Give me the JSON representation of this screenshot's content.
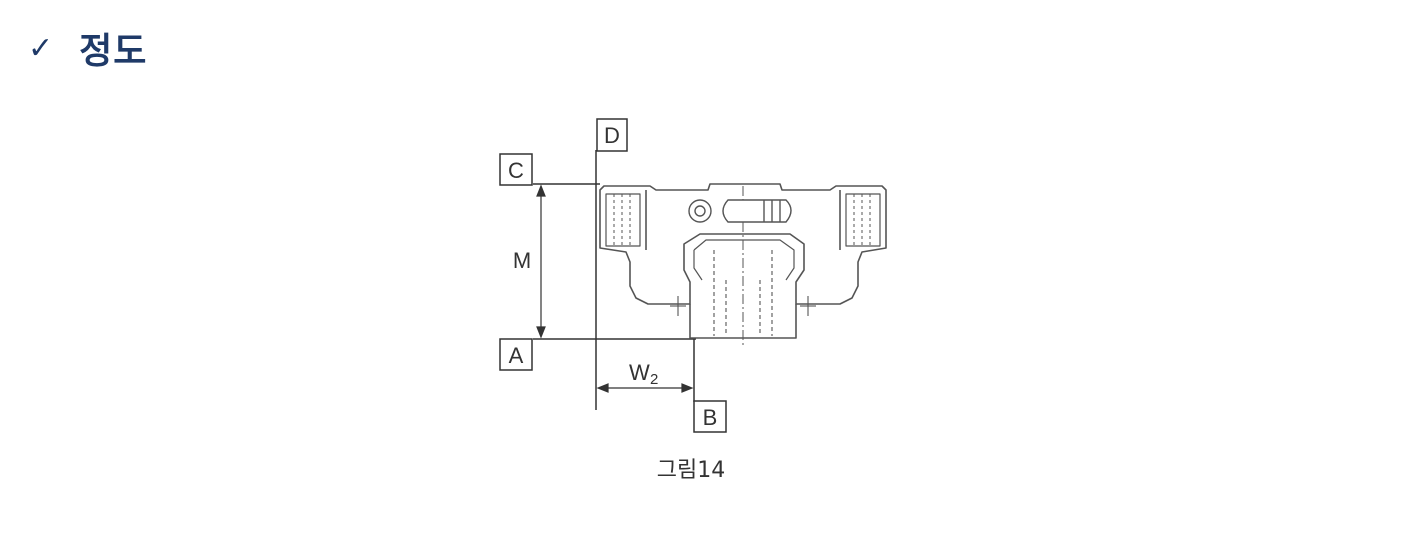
{
  "heading": {
    "check_icon": "check-icon",
    "check_glyph": "✓",
    "title": "정도"
  },
  "figure": {
    "labels": {
      "d": "D",
      "c": "C",
      "a": "A",
      "b": "B",
      "m": "M",
      "w2": "W",
      "w2_sub": "2"
    },
    "caption": "그림14"
  },
  "colors": {
    "heading": "#1f3a68",
    "line": "#333333",
    "drawing": "#555555"
  }
}
